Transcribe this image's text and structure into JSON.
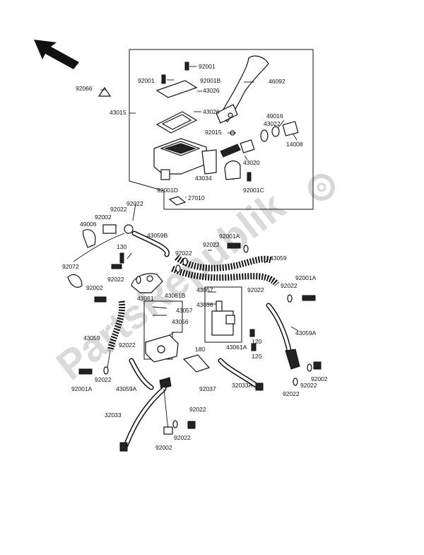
{
  "watermark": {
    "text": "PartsRepublik"
  },
  "labels": [
    {
      "id": "l92001a",
      "text": "92001"
    },
    {
      "id": "l92001b",
      "text": "92001"
    },
    {
      "id": "l92001B",
      "text": "92001B"
    },
    {
      "id": "l46092",
      "text": "46092"
    },
    {
      "id": "l92066",
      "text": "92066"
    },
    {
      "id": "l43026a",
      "text": "43026"
    },
    {
      "id": "l43015",
      "text": "43015"
    },
    {
      "id": "l43026b",
      "text": "43026"
    },
    {
      "id": "l49016",
      "text": "49016"
    },
    {
      "id": "l43022",
      "text": "43022"
    },
    {
      "id": "l92015",
      "text": "92015"
    },
    {
      "id": "l14008",
      "text": "14008"
    },
    {
      "id": "l43020",
      "text": "43020"
    },
    {
      "id": "l43034",
      "text": "43034"
    },
    {
      "id": "l92001C",
      "text": "92001C"
    },
    {
      "id": "l92001D",
      "text": "92001D"
    },
    {
      "id": "l27010",
      "text": "27010"
    },
    {
      "id": "l92022a",
      "text": "92022"
    },
    {
      "id": "l92002a",
      "text": "92002"
    },
    {
      "id": "l92022b",
      "text": "92022"
    },
    {
      "id": "l49006",
      "text": "49006"
    },
    {
      "id": "l43059B",
      "text": "43059B"
    },
    {
      "id": "l92001Aa",
      "text": "92001A"
    },
    {
      "id": "l92022c",
      "text": "92022"
    },
    {
      "id": "l130",
      "text": "130"
    },
    {
      "id": "l92022d",
      "text": "92022"
    },
    {
      "id": "l43059a",
      "text": "43059"
    },
    {
      "id": "l92072",
      "text": "92072"
    },
    {
      "id": "l92022e",
      "text": "92022"
    },
    {
      "id": "l92002b",
      "text": "92002"
    },
    {
      "id": "l43061",
      "text": "43061"
    },
    {
      "id": "l43061B",
      "text": "43061B"
    },
    {
      "id": "l43057a",
      "text": "43057"
    },
    {
      "id": "l43056a",
      "text": "43056"
    },
    {
      "id": "l43057b",
      "text": "43057"
    },
    {
      "id": "l43056b",
      "text": "43056"
    },
    {
      "id": "l92022f",
      "text": "92022"
    },
    {
      "id": "l92022g",
      "text": "92022"
    },
    {
      "id": "l92001Ab",
      "text": "92001A"
    },
    {
      "id": "l43059b",
      "text": "43059"
    },
    {
      "id": "l43059A",
      "text": "43059A"
    },
    {
      "id": "l92022h",
      "text": "92022"
    },
    {
      "id": "l43061A",
      "text": "43061A"
    },
    {
      "id": "l120a",
      "text": "120"
    },
    {
      "id": "l120b",
      "text": "120"
    },
    {
      "id": "l180",
      "text": "180"
    },
    {
      "id": "l92022i",
      "text": "92022"
    },
    {
      "id": "l92002c",
      "text": "92002"
    },
    {
      "id": "l92001Ac",
      "text": "92001A"
    },
    {
      "id": "l43059Ab",
      "text": "43059A"
    },
    {
      "id": "l92037",
      "text": "92037"
    },
    {
      "id": "l32033A",
      "text": "32033A"
    },
    {
      "id": "l92022j",
      "text": "92022"
    },
    {
      "id": "l92022k",
      "text": "92022"
    },
    {
      "id": "l32033",
      "text": "32033"
    },
    {
      "id": "l92022l",
      "text": "92022"
    },
    {
      "id": "l92022m",
      "text": "92022"
    },
    {
      "id": "l92002d",
      "text": "92002"
    }
  ]
}
